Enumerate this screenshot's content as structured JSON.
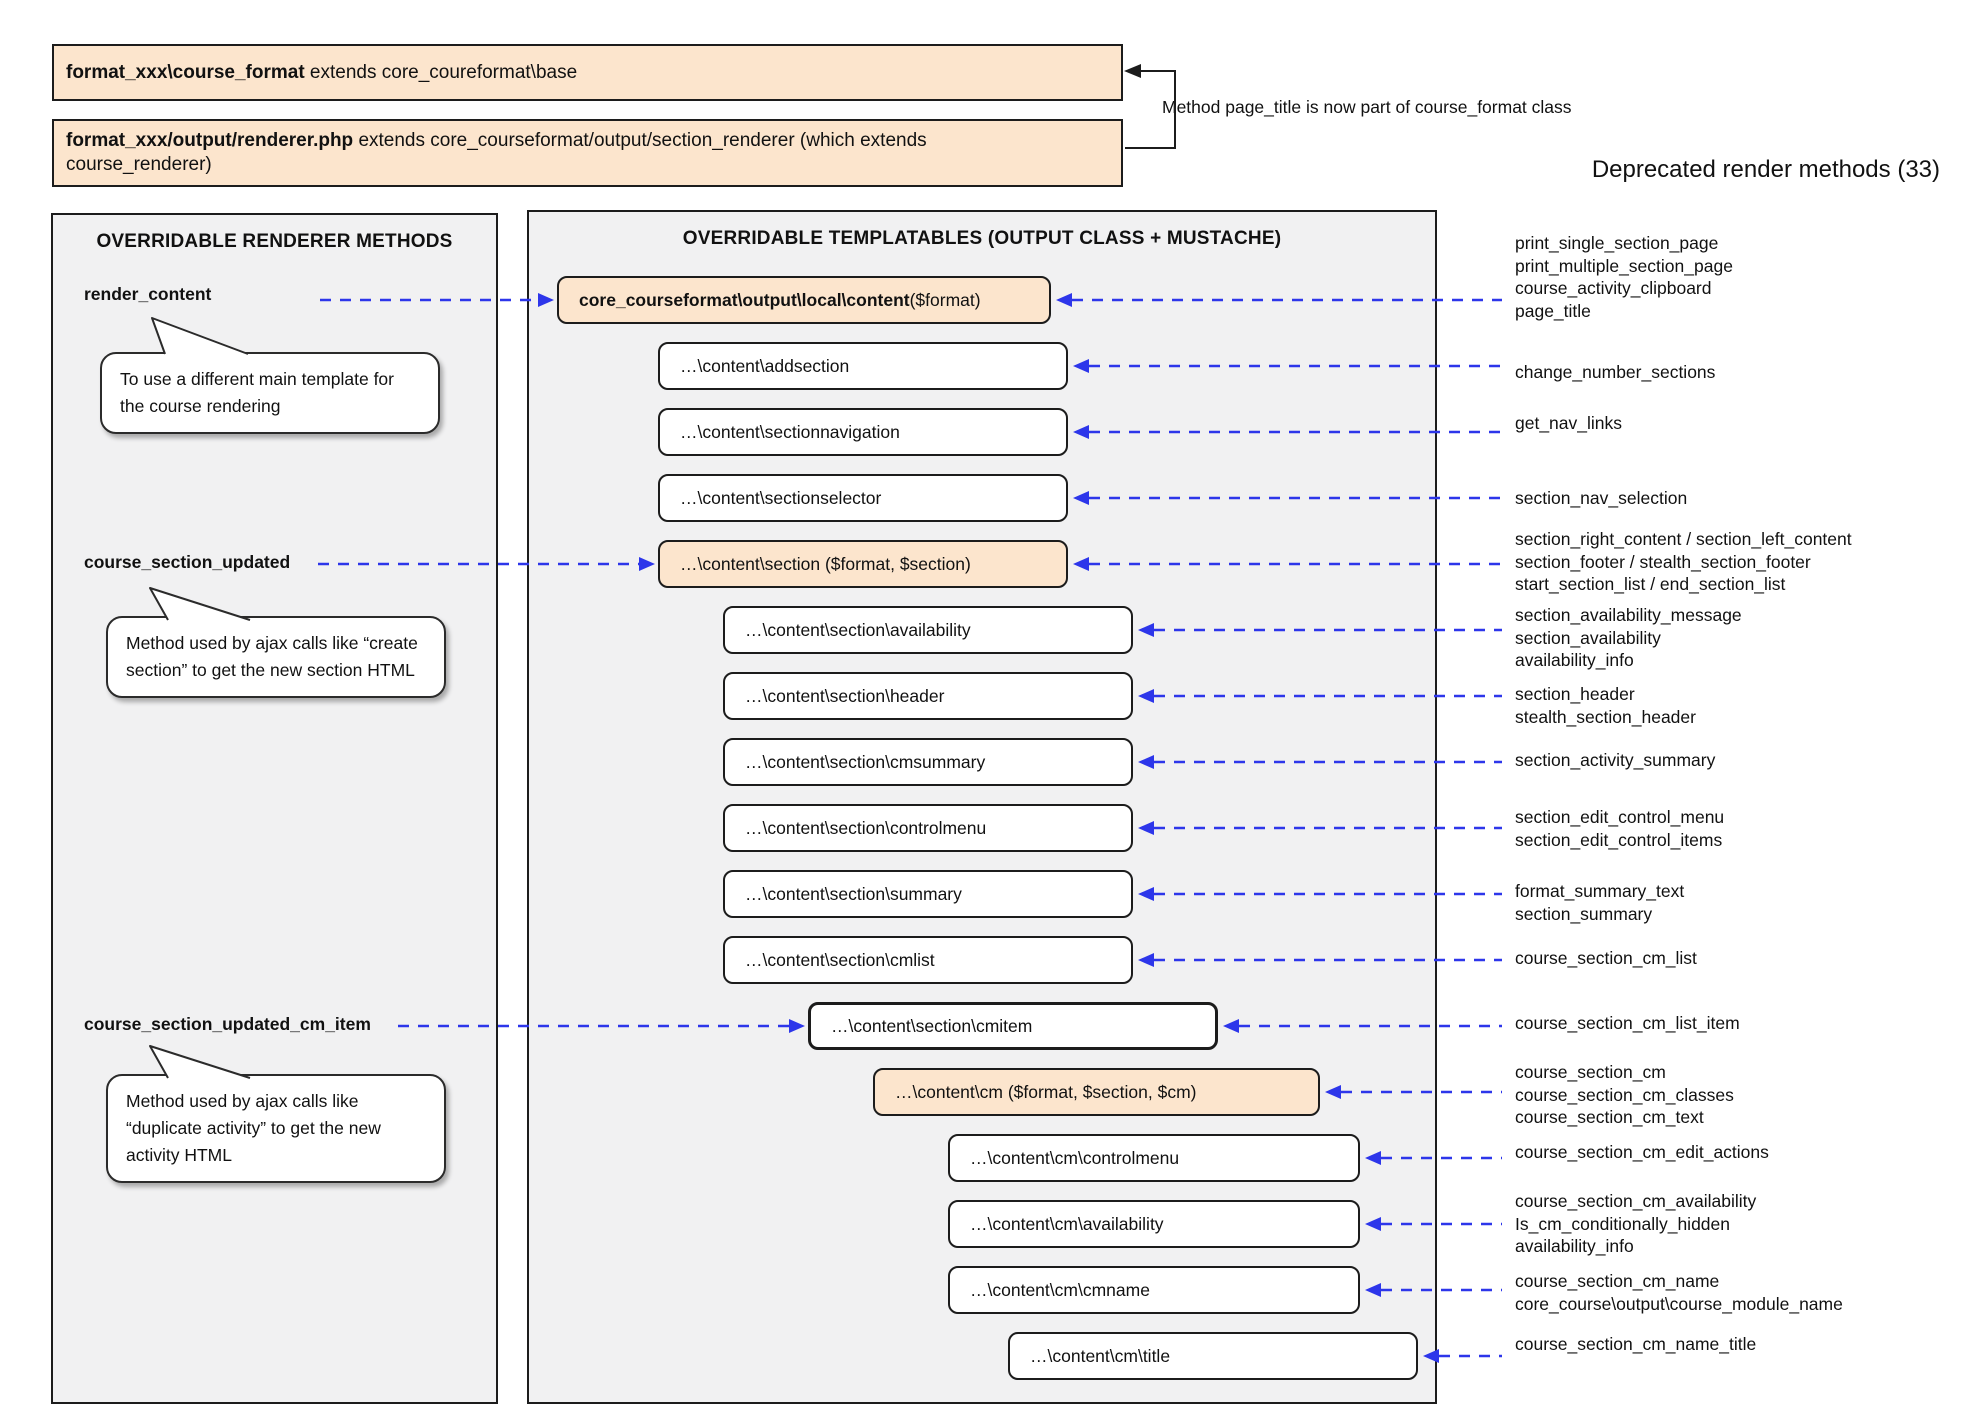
{
  "top": {
    "box1": {
      "bold": "format_xxx\\course_format",
      "rest": " extends core_coureformat\\base"
    },
    "box2": {
      "bold": "format_xxx/output/renderer.php",
      "rest": " extends core_courseformat/output/section_renderer (which extends",
      "line2": "course_renderer)"
    },
    "note": "Method page_title is now part of course_format class",
    "deprecated_title": "Deprecated render methods (33)"
  },
  "left_panel": {
    "title": "OVERRIDABLE RENDERER METHODS",
    "methods": [
      {
        "id": "render-content",
        "label": "render_content"
      },
      {
        "id": "course-section-updated",
        "label": "course_section_updated"
      },
      {
        "id": "course-section-updated-cm-item",
        "label": "course_section_updated_cm_item"
      }
    ],
    "callouts": [
      {
        "id": "render-content",
        "text": "To use a different main template for the course rendering"
      },
      {
        "id": "course-section-updated",
        "text": "Method used by ajax calls like “create section” to get the new section HTML"
      },
      {
        "id": "course-section-updated-cm-item",
        "text": "Method used by ajax calls like “duplicate activity” to get the new activity HTML"
      }
    ]
  },
  "middle_panel": {
    "title": "OVERRIDABLE TEMPLATABLES (OUTPUT CLASS + MUSTACHE)",
    "boxes": [
      {
        "id": "content",
        "bold": "core_courseformat\\output\\local\\content",
        "rest": " ($format)",
        "highlight": true
      },
      {
        "id": "addsection",
        "label": "…\\content\\addsection"
      },
      {
        "id": "sectionnavigation",
        "label": "…\\content\\sectionnavigation"
      },
      {
        "id": "sectionselector",
        "label": "…\\content\\sectionselector"
      },
      {
        "id": "section",
        "label": "…\\content\\section ($format, $section)",
        "highlight": true
      },
      {
        "id": "section-availability",
        "label": "…\\content\\section\\availability"
      },
      {
        "id": "section-header",
        "label": "…\\content\\section\\header"
      },
      {
        "id": "section-cmsummary",
        "label": "…\\content\\section\\cmsummary"
      },
      {
        "id": "section-controlmenu",
        "label": "…\\content\\section\\controlmenu"
      },
      {
        "id": "section-summary",
        "label": "…\\content\\section\\summary"
      },
      {
        "id": "section-cmlist",
        "label": "…\\content\\section\\cmlist"
      },
      {
        "id": "section-cmitem",
        "label": "…\\content\\section\\cmitem",
        "emphasis": true
      },
      {
        "id": "cm",
        "label": "…\\content\\cm ($format, $section, $cm)",
        "highlight": true
      },
      {
        "id": "cm-controlmenu",
        "label": "…\\content\\cm\\controlmenu"
      },
      {
        "id": "cm-availability",
        "label": "…\\content\\cm\\availability"
      },
      {
        "id": "cm-cmname",
        "label": "…\\content\\cm\\cmname"
      },
      {
        "id": "cm-title",
        "label": "…\\content\\cm\\title"
      }
    ]
  },
  "deprecated": {
    "groups": [
      {
        "lines": [
          "print_single_section_page",
          "print_multiple_section_page",
          "course_activity_clipboard",
          "page_title"
        ]
      },
      {
        "lines": [
          "change_number_sections"
        ]
      },
      {
        "lines": [
          "get_nav_links"
        ]
      },
      {
        "lines": [
          "section_nav_selection"
        ]
      },
      {
        "lines": [
          "section_right_content / section_left_content",
          "section_footer / stealth_section_footer",
          "start_section_list / end_section_list"
        ]
      },
      {
        "lines": [
          "section_availability_message",
          "section_availability",
          "availability_info"
        ]
      },
      {
        "lines": [
          "section_header",
          "stealth_section_header"
        ]
      },
      {
        "lines": [
          "section_activity_summary"
        ]
      },
      {
        "lines": [
          "section_edit_control_menu",
          "section_edit_control_items"
        ]
      },
      {
        "lines": [
          "format_summary_text",
          "section_summary"
        ]
      },
      {
        "lines": [
          "course_section_cm_list"
        ]
      },
      {
        "lines": [
          "course_section_cm_list_item"
        ]
      },
      {
        "lines": [
          "course_section_cm",
          "course_section_cm_classes",
          "course_section_cm_text"
        ]
      },
      {
        "lines": [
          "course_section_cm_edit_actions"
        ]
      },
      {
        "lines": [
          "course_section_cm_availability",
          "Is_cm_conditionally_hidden",
          "availability_info"
        ]
      },
      {
        "lines": [
          "course_section_cm_name",
          "core_course\\output\\course_module_name"
        ]
      },
      {
        "lines": [
          "course_section_cm_name_title"
        ]
      }
    ]
  },
  "colors": {
    "highlight_fill": "#fce5cd",
    "arrow_blue": "#2d36ea",
    "panel_background": "#f1f1f2",
    "box_border": "#1c1c1c"
  }
}
